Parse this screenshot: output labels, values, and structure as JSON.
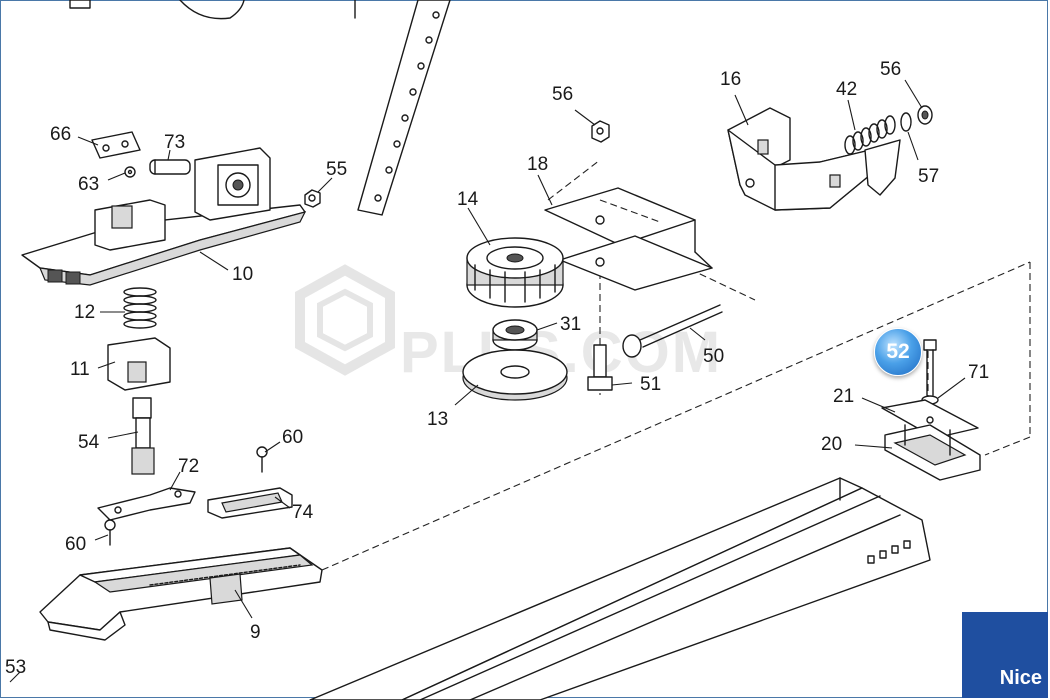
{
  "watermark": "PLUS.COM",
  "brand": {
    "name": "Nice",
    "color": "#1f4fa0"
  },
  "highlight": {
    "part": "52",
    "color": "#2f86d8"
  },
  "labels": {
    "l66": "66",
    "l73": "73",
    "l63": "63",
    "l55": "55",
    "l10": "10",
    "l12": "12",
    "l11": "11",
    "l54": "54",
    "l72": "72",
    "l60a": "60",
    "l60b": "60",
    "l74": "74",
    "l9": "9",
    "l53": "53",
    "l56a": "56",
    "l18": "18",
    "l14": "14",
    "l31": "31",
    "l13": "13",
    "l50": "50",
    "l51": "51",
    "l16": "16",
    "l42": "42",
    "l56b": "56",
    "l57": "57",
    "l71": "71",
    "l21": "21",
    "l20": "20"
  }
}
